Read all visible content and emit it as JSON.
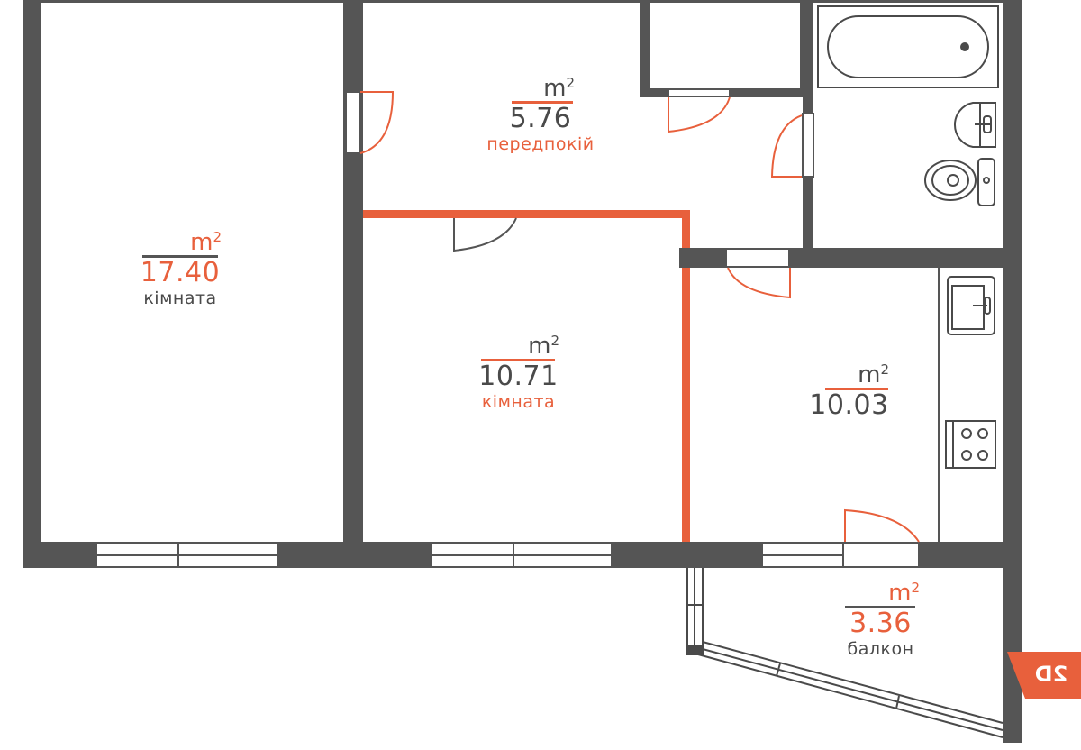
{
  "floor_plan": {
    "colors": {
      "wall": "#555555",
      "accent": "#e8603c",
      "fixture_stroke": "#4a4a4a",
      "background": "#ffffff"
    },
    "unit_label": "m",
    "unit_superscript": "2",
    "rooms": [
      {
        "id": "room-1",
        "area": "17.40",
        "name": "кімната",
        "area_color": "orange",
        "name_color": "gray"
      },
      {
        "id": "hallway",
        "area": "5.76",
        "name": "передпокій",
        "area_color": "gray",
        "name_color": "orange"
      },
      {
        "id": "room-2",
        "area": "10.71",
        "name": "кімната",
        "area_color": "gray",
        "name_color": "orange"
      },
      {
        "id": "kitchen",
        "area": "10.03",
        "name": "",
        "area_color": "gray",
        "name_color": "gray"
      },
      {
        "id": "balcony",
        "area": "3.36",
        "name": "балкон",
        "area_color": "orange",
        "name_color": "gray"
      }
    ],
    "fixtures": [
      "bathtub-icon",
      "bathroom-sink-icon",
      "toilet-icon",
      "kitchen-sink-icon",
      "stove-icon"
    ],
    "badge": {
      "label": "2D"
    }
  }
}
